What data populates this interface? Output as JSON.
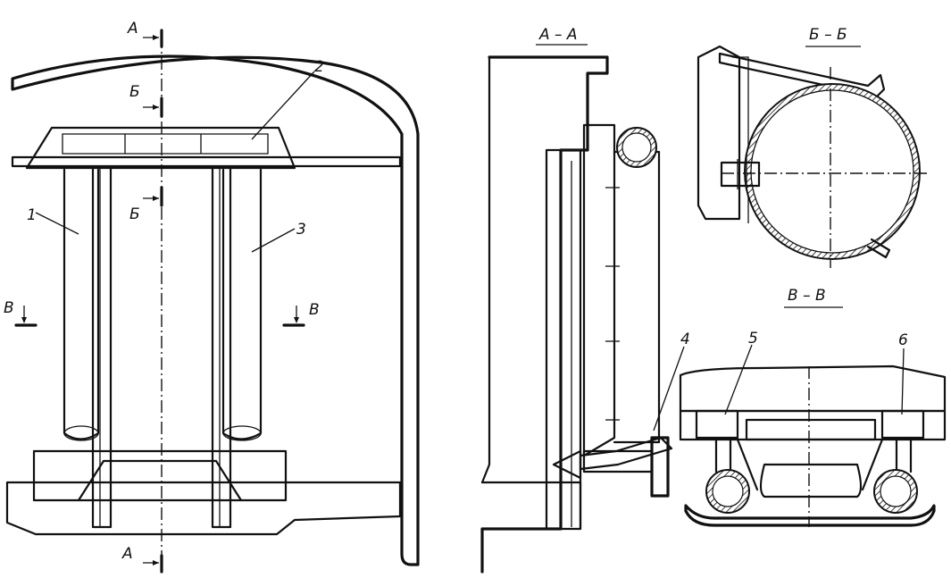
{
  "views": {
    "main": {
      "section_a_top": "А",
      "section_b_top": "Б",
      "section_b_mid": "Б",
      "section_v_left": "В",
      "section_v_right": "В",
      "section_a_bottom": "А"
    },
    "aa": {
      "title": "А – А"
    },
    "bb": {
      "title": "Б – Б"
    },
    "vv": {
      "title": "В – В"
    }
  },
  "callouts": [
    "1",
    "2",
    "3",
    "4",
    "5",
    "6"
  ]
}
